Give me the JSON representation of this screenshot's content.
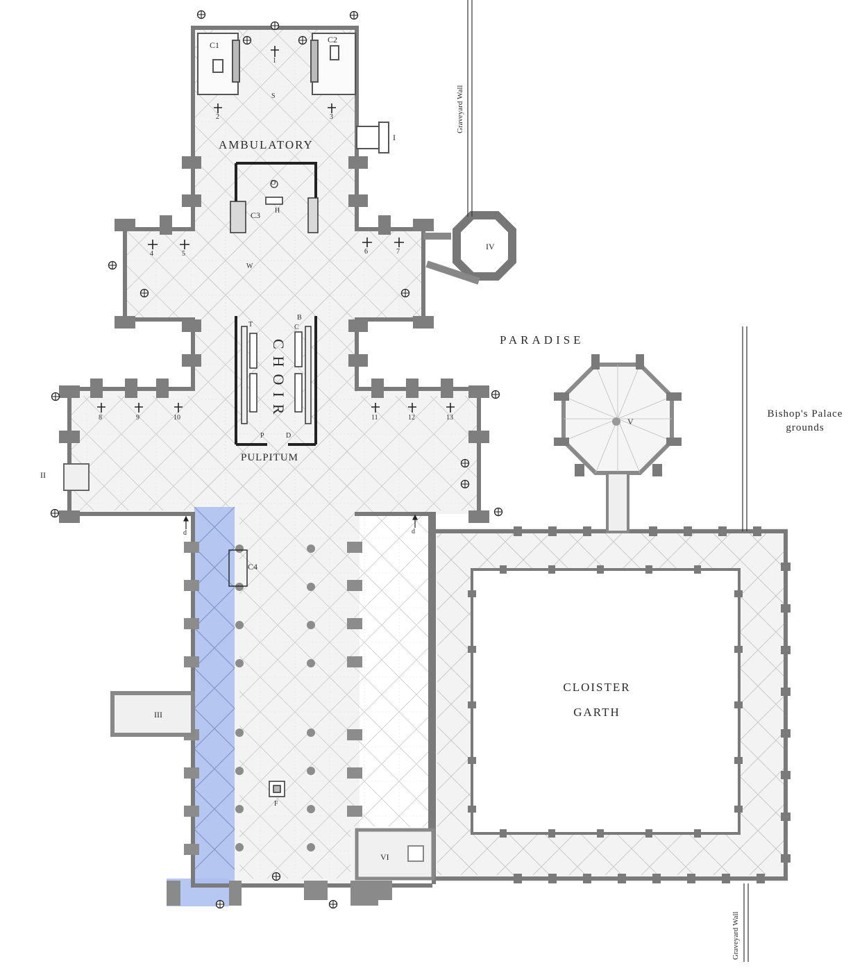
{
  "labels": {
    "ambulatory": "AMBULATORY",
    "paradise": "PARADISE",
    "choir": "CHOIR",
    "pulpitum": "PULPITUM",
    "cloister": "CLOISTER",
    "garth": "GARTH",
    "bishops_line1": "Bishop's Palace",
    "bishops_line2": "grounds",
    "graveyard_wall_top": "Graveyard Wall",
    "graveyard_wall_bottom": "Graveyard Wall"
  },
  "chapels": {
    "c1": "C1",
    "c2": "C2",
    "c3": "C3",
    "c4": "C4",
    "roman": [
      "I",
      "II",
      "III",
      "IV",
      "V",
      "VI"
    ]
  },
  "letters": {
    "s": "S",
    "o": "O",
    "h": "H",
    "w": "W",
    "t": "T",
    "c": "C",
    "b": "B",
    "p": "P",
    "d_choir": "D",
    "f": "F",
    "d_left": "d",
    "d_right": "d"
  },
  "altars": [
    "1",
    "2",
    "3",
    "4",
    "5",
    "6",
    "7",
    "8",
    "9",
    "10",
    "11",
    "12",
    "13"
  ],
  "highlight_color": "#a9bdf0"
}
